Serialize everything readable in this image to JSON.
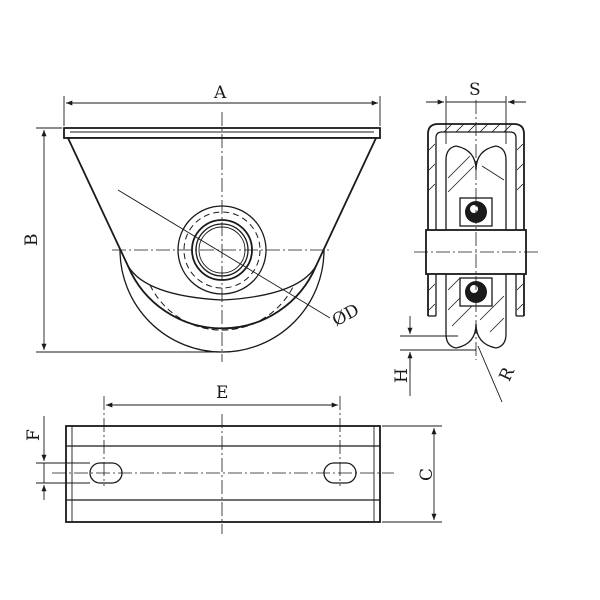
{
  "dimensions": {
    "A": "A",
    "B": "B",
    "S": "S",
    "D": "ØD",
    "E": "E",
    "F": "F",
    "C": "C",
    "H": "H",
    "R": "R"
  },
  "colors": {
    "line": "#1a1a1a",
    "background": "#ffffff"
  }
}
